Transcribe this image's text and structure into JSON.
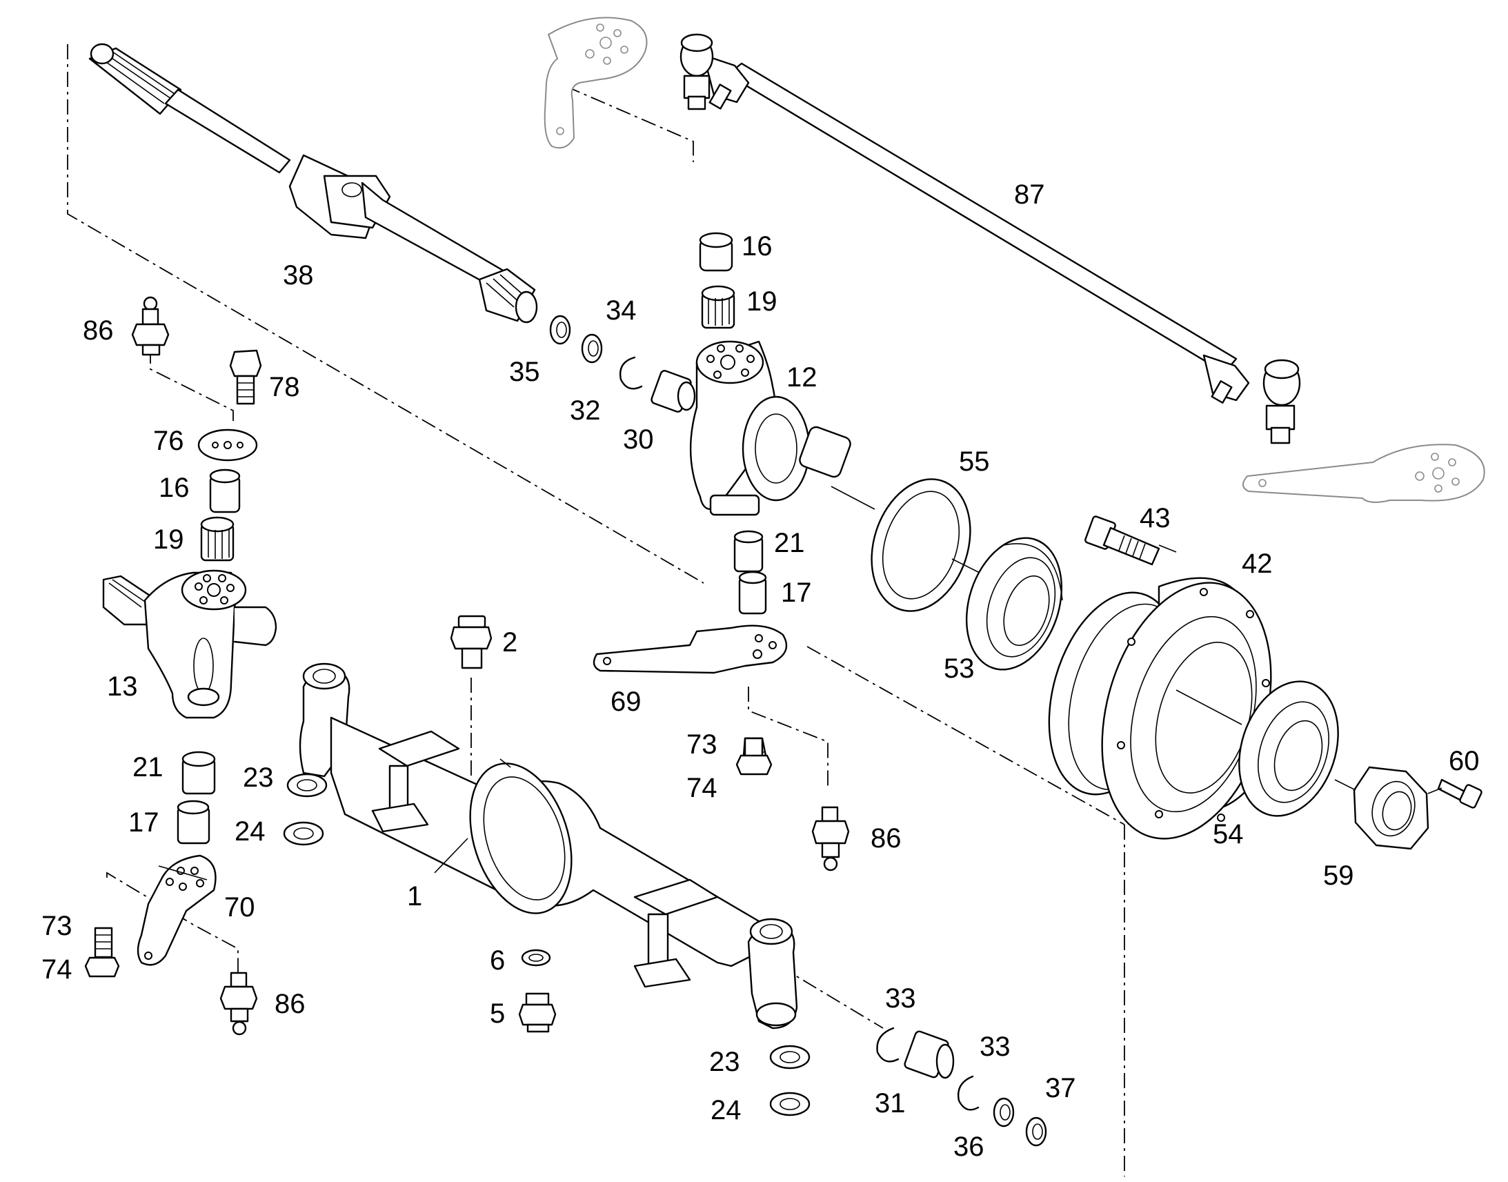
{
  "callouts": {
    "c87": "87",
    "c38": "38",
    "c16a": "16",
    "c19a": "19",
    "c34": "34",
    "c86a": "86",
    "c78": "78",
    "c35": "35",
    "c12": "12",
    "c32": "32",
    "c30": "30",
    "c76": "76",
    "c55": "55",
    "c16b": "16",
    "c19b": "19",
    "c21a": "21",
    "c43": "43",
    "c42": "42",
    "c17a": "17",
    "c2": "2",
    "c53": "53",
    "c13": "13",
    "c69": "69",
    "c73a": "73",
    "c74a": "74",
    "c60": "60",
    "c21b": "21",
    "c23a": "23",
    "c86b": "86",
    "c54": "54",
    "c24a": "24",
    "c17b": "17",
    "c59": "59",
    "c1": "1",
    "c70": "70",
    "c73b": "73",
    "c74b": "74",
    "c6": "6",
    "c86c": "86",
    "c5": "5",
    "c33a": "33",
    "c33b": "33",
    "c23b": "23",
    "c37": "37",
    "c24b": "24",
    "c31": "31",
    "c36": "36"
  }
}
